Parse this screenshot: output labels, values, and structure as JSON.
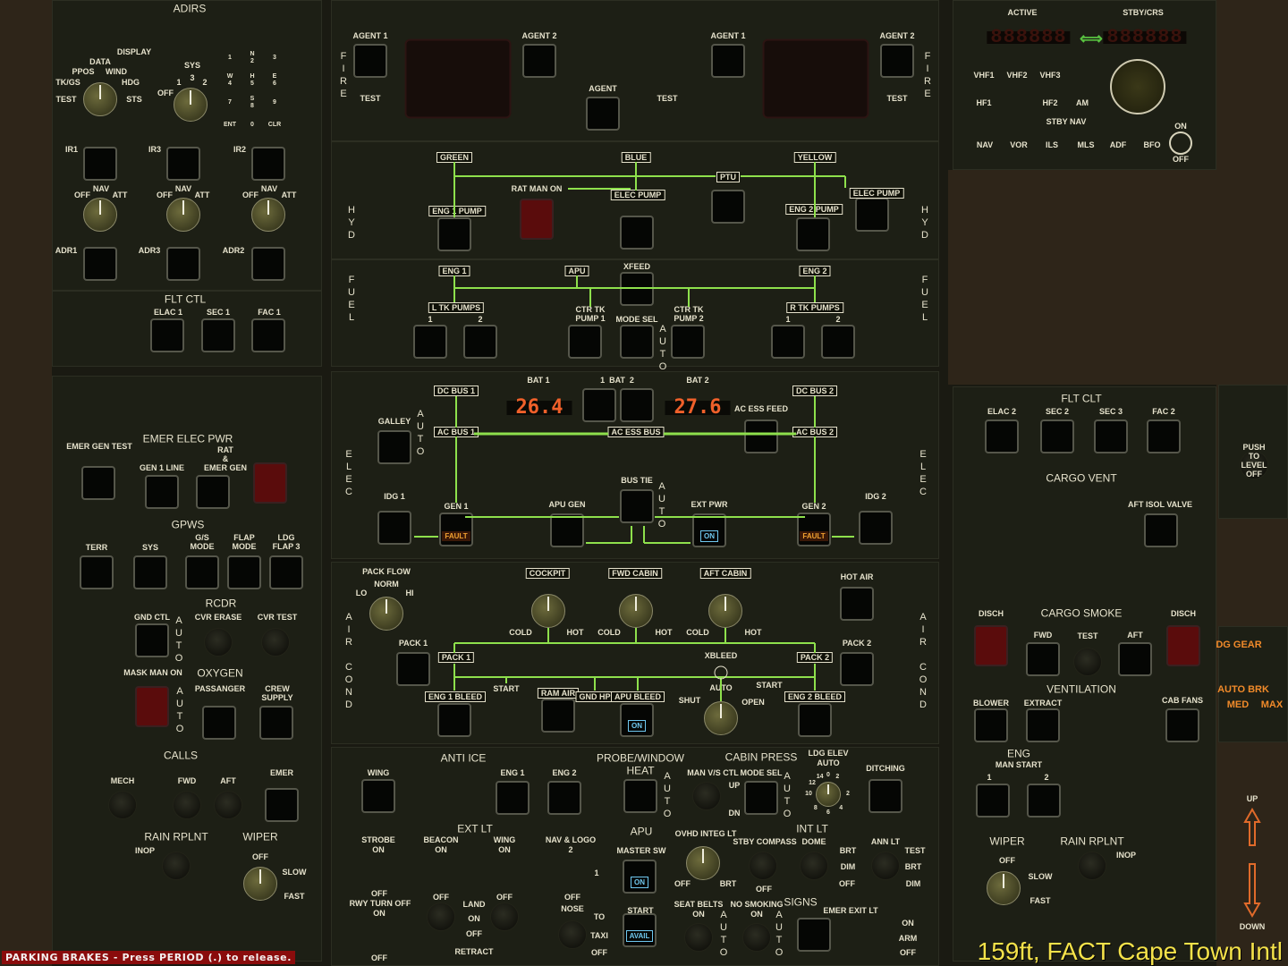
{
  "adirs": [
    "ADIRS",
    "DISPLAY",
    "DATA",
    "PPOS",
    "WIND",
    "TK/GS",
    "HDG",
    "TEST",
    "STS",
    "SYS",
    "OFF",
    "1",
    "3",
    "2",
    "IR1",
    "IR3",
    "IR2",
    "OFF",
    "NAV",
    "ATT",
    "OFF",
    "NAV",
    "ATT",
    "OFF",
    "NAV",
    "ATT",
    "ADR1",
    "ADR3",
    "ADR2"
  ],
  "keypad": [
    "1",
    "N\n2",
    "3",
    "W\n4",
    "H\n5",
    "E\n6",
    "7",
    "S\n8",
    "9",
    "ENT",
    "0",
    "CLR"
  ],
  "fltctl": [
    "FLT CTL",
    "ELAC 1",
    "SEC 1",
    "FAC 1"
  ],
  "fire": [
    "FIRE",
    "AGENT 1",
    "AGENT 2",
    "TEST",
    "AGENT",
    "TEST",
    "AGENT 1",
    "AGENT 2",
    "TEST",
    "FIRE"
  ],
  "hyd": [
    "HYD",
    "GREEN",
    "BLUE",
    "YELLOW",
    "PTU",
    "RAT MAN ON",
    "ELEC PUMP",
    "ENG 1 PUMP",
    "ENG 2 PUMP",
    "ELEC PUMP",
    "HYD"
  ],
  "fuel": [
    "FUEL",
    "ENG 1",
    "APU",
    "XFEED",
    "ENG 2",
    "L TK PUMPS",
    "1",
    "2",
    "CTR TK\nPUMP 1",
    "MODE SEL",
    "AUTO",
    "CTR TK\nPUMP 2",
    "R TK PUMPS",
    "1",
    "2",
    "FUEL"
  ],
  "elec": [
    "ELEC",
    "BAT 1",
    "1  BAT  2",
    "BAT 2",
    "DC BUS 1",
    "DC BUS 2",
    "AC BUS 1",
    "AC ESS BUS",
    "AC BUS 2",
    "AC ESS FEED",
    "GALLEY",
    "AUTO",
    "BUS TIE",
    "AUTO",
    "GEN 1",
    "GEN 2",
    "IDG 1",
    "IDG 2",
    "APU GEN",
    "EXT PWR",
    "ELEC"
  ],
  "bat_displays": {
    "bat1": "26.4",
    "bat2": "27.6"
  },
  "aircond": [
    "AIR COND",
    "PACK FLOW",
    "NORM",
    "LO",
    "HI",
    "COCKPIT",
    "FWD CABIN",
    "AFT CABIN",
    "COLD",
    "HOT",
    "COLD",
    "HOT",
    "COLD",
    "HOT",
    "HOT AIR",
    "PACK 1",
    "PACK 2",
    "PACK 1",
    "PACK 2",
    "XBLEED",
    "START",
    "RAM AIR",
    "GND HP",
    "APU BLEED",
    "AUTO",
    "SHUT",
    "OPEN",
    "START",
    "ENG 1 BLEED",
    "ENG 2 BLEED",
    "AIR COND"
  ],
  "bottom": [
    "ANTI ICE",
    "WING",
    "ENG 1",
    "ENG 2",
    "PROBE/WINDOW",
    "HEAT",
    "AUTO",
    "CABIN PRESS",
    "MAN V/S CTL",
    "MODE SEL",
    "UP",
    "DN",
    "AUTO",
    "LDG ELEV",
    "AUTO",
    "DITCHING",
    "EXT LT",
    "STROBE",
    "ON",
    "BEACON",
    "ON",
    "WING",
    "ON",
    "NAV & LOGO",
    "2",
    "1",
    "OFF",
    "RWY TURN OFF",
    "ON",
    "OFF",
    "LAND",
    "ON",
    "OFF",
    "RETRACT",
    "OFF",
    "OFF",
    "NOSE",
    "TO",
    "TAXI",
    "OFF",
    "OFF",
    "APU",
    "MASTER SW",
    "START",
    "INT LT",
    "OVHD INTEG LT",
    "STBY COMPASS",
    "DOME",
    "ANN LT",
    "BRT",
    "TEST",
    "DIM",
    "BRT",
    "OFF",
    "DIM",
    "OFF",
    "BRT",
    "OFF",
    "SIGNS",
    "SEAT BELTS",
    "ON",
    "NO SMOKING",
    "ON",
    "EMER EXIT LT",
    "ON",
    "ARM",
    "OFF",
    "AUTO",
    "AUTO"
  ],
  "ldg_dial": [
    "12",
    "14",
    "0",
    "2",
    "10",
    "2",
    "8",
    "6",
    "4"
  ],
  "leftlower": [
    "EMER ELEC PWR",
    "EMER GEN TEST",
    "RAT\n&\nEMER GEN",
    "GEN 1 LINE",
    "GPWS",
    "TERR",
    "SYS",
    "G/S\nMODE",
    "FLAP\nMODE",
    "LDG\nFLAP 3",
    "RCDR",
    "GND CTL",
    "CVR ERASE",
    "CVR TEST",
    "AUTO",
    "MASK MAN ON",
    "OXYGEN",
    "PASSANGER",
    "CREW\nSUPPLY",
    "AUTO",
    "CALLS",
    "MECH",
    "FWD",
    "AFT",
    "EMER",
    "RAIN RPLNT",
    "WIPER",
    "INOP",
    "OFF",
    "SLOW",
    "FAST"
  ],
  "radio": [
    "ACTIVE",
    "STBY/CRS",
    "888888",
    "888888",
    "VHF1",
    "VHF2",
    "VHF3",
    "HF1",
    "HF2",
    "AM",
    "STBY NAV",
    "NAV",
    "VOR",
    "ILS",
    "MLS",
    "ADF",
    "BFO",
    "ON",
    "OFF"
  ],
  "radio_swap_icon": "⟺",
  "rightlower": [
    "FLT CLT",
    "ELAC 2",
    "SEC 2",
    "SEC 3",
    "FAC 2",
    "CARGO VENT",
    "AFT ISOL VALVE",
    "DISCH",
    "CARGO SMOKE",
    "DISCH",
    "FWD",
    "TEST",
    "AFT",
    "VENTILATION",
    "BLOWER",
    "EXTRACT",
    "CAB FANS",
    "ENG",
    "MAN START",
    "1",
    "2",
    "WIPER",
    "RAIN RPLNT",
    "INOP",
    "OFF",
    "SLOW",
    "FAST"
  ],
  "farright": [
    "PUSH\nTO\nLEVEL\nOFF",
    "DG GEAR",
    "AUTO BRK",
    "MED",
    "MAX",
    "UP",
    "DOWN"
  ],
  "indicators": {
    "on": "ON",
    "fault": "FAULT",
    "avail": "AVAIL"
  },
  "overlay": {
    "parking": "PARKING BRAKES - Press PERIOD (.) to release.",
    "location": "159ft, FACT Cape Town Intl"
  },
  "colors": {
    "flow_line": "#8ee04c",
    "label": "#e6e2cc",
    "message_bg": "#8a0c0c",
    "location_text": "#f4e24a"
  }
}
